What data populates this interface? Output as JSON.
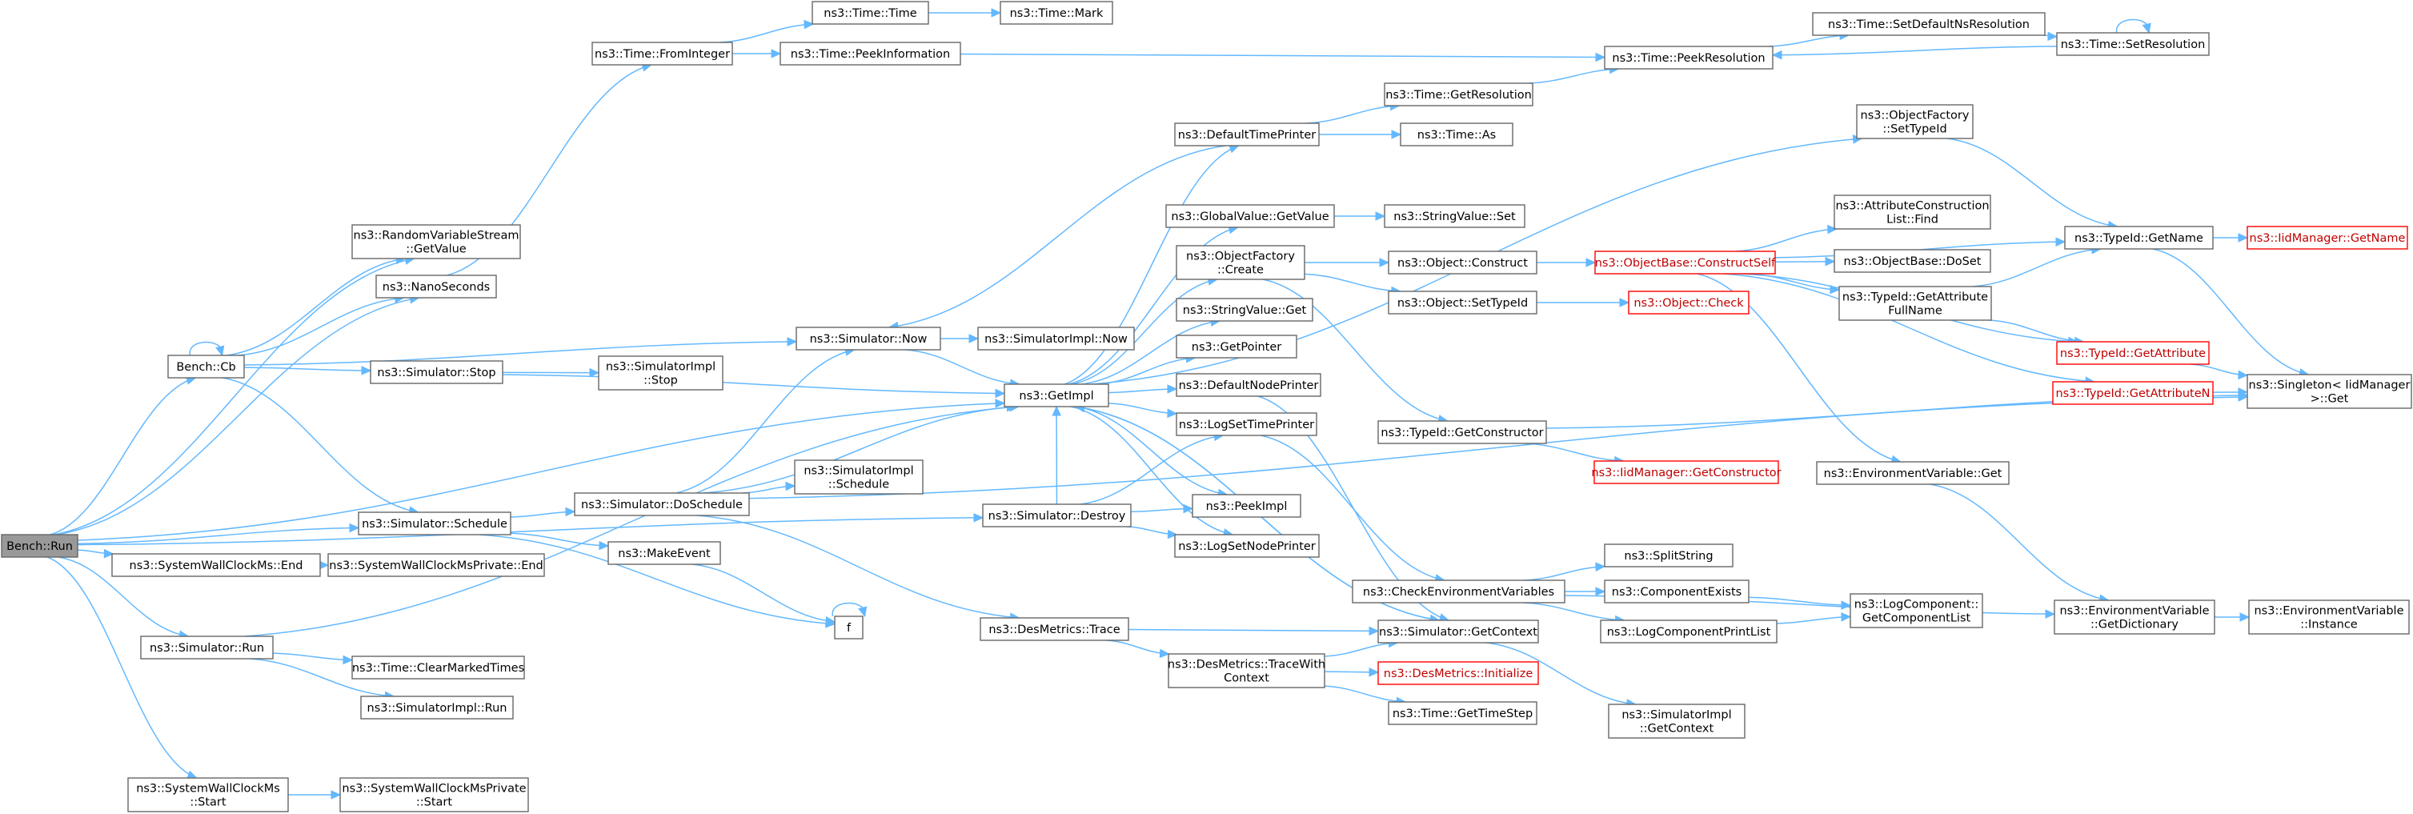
{
  "graph": {
    "edge_color": "#63b8ff",
    "node_border_color": "#666666",
    "highlight_border_color": "#ff0000",
    "root_fill_color": "#999999",
    "nodes": [
      {
        "id": "bench_run",
        "lines": [
          "Bench::Run"
        ],
        "style": "root"
      },
      {
        "id": "bench_cb",
        "lines": [
          "Bench::Cb"
        ]
      },
      {
        "id": "rvs_getvalue",
        "lines": [
          "ns3::RandomVariableStream",
          "::GetValue"
        ]
      },
      {
        "id": "nanoseconds",
        "lines": [
          "ns3::NanoSeconds"
        ]
      },
      {
        "id": "time_frominteger",
        "lines": [
          "ns3::Time::FromInteger"
        ]
      },
      {
        "id": "time_time",
        "lines": [
          "ns3::Time::Time"
        ]
      },
      {
        "id": "time_mark",
        "lines": [
          "ns3::Time::Mark"
        ]
      },
      {
        "id": "time_peekinformation",
        "lines": [
          "ns3::Time::PeekInformation"
        ]
      },
      {
        "id": "time_peekresolution",
        "lines": [
          "ns3::Time::PeekResolution"
        ]
      },
      {
        "id": "time_setdefaultnsresolution",
        "lines": [
          "ns3::Time::SetDefaultNsResolution"
        ]
      },
      {
        "id": "time_setresolution",
        "lines": [
          "ns3::Time::SetResolution"
        ]
      },
      {
        "id": "time_getresolution",
        "lines": [
          "ns3::Time::GetResolution"
        ]
      },
      {
        "id": "defaulttimeprinter",
        "lines": [
          "ns3::DefaultTimePrinter"
        ]
      },
      {
        "id": "time_as",
        "lines": [
          "ns3::Time::As"
        ]
      },
      {
        "id": "simulator_now",
        "lines": [
          "ns3::Simulator::Now"
        ]
      },
      {
        "id": "simulatorimpl_now",
        "lines": [
          "ns3::SimulatorImpl::Now"
        ]
      },
      {
        "id": "simulator_stop",
        "lines": [
          "ns3::Simulator::Stop"
        ]
      },
      {
        "id": "simulatorimpl_stop",
        "lines": [
          "ns3::SimulatorImpl",
          "::Stop"
        ]
      },
      {
        "id": "getimpl",
        "lines": [
          "ns3::GetImpl"
        ]
      },
      {
        "id": "globalvalue_getvalue",
        "lines": [
          "ns3::GlobalValue::GetValue"
        ]
      },
      {
        "id": "stringvalue_set",
        "lines": [
          "ns3::StringValue::Set"
        ]
      },
      {
        "id": "objectfactory_create",
        "lines": [
          "ns3::ObjectFactory",
          "::Create"
        ]
      },
      {
        "id": "object_construct",
        "lines": [
          "ns3::Object::Construct"
        ]
      },
      {
        "id": "object_settypeid",
        "lines": [
          "ns3::Object::SetTypeId"
        ]
      },
      {
        "id": "object_check",
        "lines": [
          "ns3::Object::Check"
        ],
        "style": "red"
      },
      {
        "id": "objectbase_constructself",
        "lines": [
          "ns3::ObjectBase::ConstructSelf"
        ],
        "style": "red"
      },
      {
        "id": "objectfactory_settypeid",
        "lines": [
          "ns3::ObjectFactory",
          "::SetTypeId"
        ]
      },
      {
        "id": "attributeconstructionlist_find",
        "lines": [
          "ns3::AttributeConstruction",
          "List::Find"
        ]
      },
      {
        "id": "objectbase_doset",
        "lines": [
          "ns3::ObjectBase::DoSet"
        ]
      },
      {
        "id": "typeid_getattributefullname",
        "lines": [
          "ns3::TypeId::GetAttribute",
          "FullName"
        ]
      },
      {
        "id": "typeid_getname",
        "lines": [
          "ns3::TypeId::GetName"
        ]
      },
      {
        "id": "iidmanager_getname",
        "lines": [
          "ns3::IidManager::GetName"
        ],
        "style": "red"
      },
      {
        "id": "typeid_getattribute",
        "lines": [
          "ns3::TypeId::GetAttribute"
        ],
        "style": "red"
      },
      {
        "id": "typeid_getattributen",
        "lines": [
          "ns3::TypeId::GetAttributeN"
        ],
        "style": "red"
      },
      {
        "id": "singleton_get",
        "lines": [
          "ns3::Singleton< IidManager",
          " >::Get"
        ]
      },
      {
        "id": "stringvalue_get",
        "lines": [
          "ns3::StringValue::Get"
        ]
      },
      {
        "id": "getpointer",
        "lines": [
          "ns3::GetPointer"
        ]
      },
      {
        "id": "defaultnodeprinter",
        "lines": [
          "ns3::DefaultNodePrinter"
        ]
      },
      {
        "id": "logsettimeprinter",
        "lines": [
          "ns3::LogSetTimePrinter"
        ]
      },
      {
        "id": "peekimpl",
        "lines": [
          "ns3::PeekImpl"
        ]
      },
      {
        "id": "logsetnodeprinter",
        "lines": [
          "ns3::LogSetNodePrinter"
        ]
      },
      {
        "id": "typeid_getconstructor",
        "lines": [
          "ns3::TypeId::GetConstructor"
        ]
      },
      {
        "id": "iidmanager_getconstructor",
        "lines": [
          "ns3::IidManager::GetConstructor"
        ],
        "style": "red"
      },
      {
        "id": "environmentvariable_get",
        "lines": [
          "ns3::EnvironmentVariable::Get"
        ]
      },
      {
        "id": "simulator_schedule",
        "lines": [
          "ns3::Simulator::Schedule"
        ]
      },
      {
        "id": "simulator_doschedule",
        "lines": [
          "ns3::Simulator::DoSchedule"
        ]
      },
      {
        "id": "simulatorimpl_schedule",
        "lines": [
          "ns3::SimulatorImpl",
          "::Schedule"
        ]
      },
      {
        "id": "makeevent",
        "lines": [
          "ns3::MakeEvent"
        ]
      },
      {
        "id": "f",
        "lines": [
          "f"
        ]
      },
      {
        "id": "simulator_destroy",
        "lines": [
          "ns3::Simulator::Destroy"
        ]
      },
      {
        "id": "systemwallclockms_end",
        "lines": [
          "ns3::SystemWallClockMs::End"
        ]
      },
      {
        "id": "systemwallclockmsprivate_end",
        "lines": [
          "ns3::SystemWallClockMsPrivate::End"
        ]
      },
      {
        "id": "simulator_run",
        "lines": [
          "ns3::Simulator::Run"
        ]
      },
      {
        "id": "time_clearmarkedtimes",
        "lines": [
          "ns3::Time::ClearMarkedTimes"
        ]
      },
      {
        "id": "simulatorimpl_run",
        "lines": [
          "ns3::SimulatorImpl::Run"
        ]
      },
      {
        "id": "desmetrics_trace",
        "lines": [
          "ns3::DesMetrics::Trace"
        ]
      },
      {
        "id": "desmetrics_tracewithcontext",
        "lines": [
          "ns3::DesMetrics::TraceWith",
          "Context"
        ]
      },
      {
        "id": "checkenvironmentvariables",
        "lines": [
          "ns3::CheckEnvironmentVariables"
        ]
      },
      {
        "id": "splitstring",
        "lines": [
          "ns3::SplitString"
        ]
      },
      {
        "id": "componentexists",
        "lines": [
          "ns3::ComponentExists"
        ]
      },
      {
        "id": "logcomponentprintlist",
        "lines": [
          "ns3::LogComponentPrintList"
        ]
      },
      {
        "id": "logcomponent_getcomponentlist",
        "lines": [
          "ns3::LogComponent::",
          "GetComponentList"
        ]
      },
      {
        "id": "simulator_getcontext",
        "lines": [
          "ns3::Simulator::GetContext"
        ]
      },
      {
        "id": "desmetrics_initialize",
        "lines": [
          "ns3::DesMetrics::Initialize"
        ],
        "style": "red"
      },
      {
        "id": "time_gettimestep",
        "lines": [
          "ns3::Time::GetTimeStep"
        ]
      },
      {
        "id": "simulatorimpl_getcontext",
        "lines": [
          "ns3::SimulatorImpl",
          "::GetContext"
        ]
      },
      {
        "id": "environmentvariable_getdictionary",
        "lines": [
          "ns3::EnvironmentVariable",
          "::GetDictionary"
        ]
      },
      {
        "id": "environmentvariable_instance",
        "lines": [
          "ns3::EnvironmentVariable",
          "::Instance"
        ]
      },
      {
        "id": "systemwallclockms_start",
        "lines": [
          "ns3::SystemWallClockMs",
          "::Start"
        ]
      },
      {
        "id": "systemwallclockmsprivate_start",
        "lines": [
          "ns3::SystemWallClockMsPrivate",
          "::Start"
        ]
      }
    ],
    "edges": [
      [
        "bench_run",
        "bench_cb"
      ],
      [
        "bench_run",
        "rvs_getvalue"
      ],
      [
        "bench_run",
        "nanoseconds"
      ],
      [
        "bench_run",
        "simulator_schedule"
      ],
      [
        "bench_run",
        "systemwallclockms_end"
      ],
      [
        "bench_run",
        "simulator_run"
      ],
      [
        "bench_run",
        "getimpl"
      ],
      [
        "bench_run",
        "simulator_destroy"
      ],
      [
        "bench_run",
        "systemwallclockms_start"
      ],
      [
        "bench_cb",
        "bench_cb"
      ],
      [
        "bench_cb",
        "rvs_getvalue"
      ],
      [
        "bench_cb",
        "nanoseconds"
      ],
      [
        "bench_cb",
        "simulator_now"
      ],
      [
        "bench_cb",
        "simulator_stop"
      ],
      [
        "bench_cb",
        "simulator_schedule"
      ],
      [
        "nanoseconds",
        "time_frominteger"
      ],
      [
        "time_frominteger",
        "time_time"
      ],
      [
        "time_frominteger",
        "time_peekinformation"
      ],
      [
        "time_time",
        "time_mark"
      ],
      [
        "time_peekinformation",
        "time_peekresolution"
      ],
      [
        "time_peekresolution",
        "time_setdefaultnsresolution"
      ],
      [
        "time_setdefaultnsresolution",
        "time_setresolution"
      ],
      [
        "time_setresolution",
        "time_setresolution"
      ],
      [
        "time_setresolution",
        "time_peekresolution"
      ],
      [
        "time_getresolution",
        "time_peekresolution"
      ],
      [
        "defaulttimeprinter",
        "time_getresolution"
      ],
      [
        "defaulttimeprinter",
        "time_as"
      ],
      [
        "defaulttimeprinter",
        "simulator_now"
      ],
      [
        "simulator_now",
        "simulatorimpl_now"
      ],
      [
        "simulator_now",
        "getimpl"
      ],
      [
        "simulator_stop",
        "simulatorimpl_stop"
      ],
      [
        "simulator_stop",
        "getimpl"
      ],
      [
        "getimpl",
        "defaulttimeprinter"
      ],
      [
        "getimpl",
        "globalvalue_getvalue"
      ],
      [
        "getimpl",
        "objectfactory_create"
      ],
      [
        "getimpl",
        "objectfactory_settypeid"
      ],
      [
        "getimpl",
        "stringvalue_get"
      ],
      [
        "getimpl",
        "getpointer"
      ],
      [
        "getimpl",
        "defaultnodeprinter"
      ],
      [
        "getimpl",
        "logsettimeprinter"
      ],
      [
        "getimpl",
        "peekimpl"
      ],
      [
        "getimpl",
        "logsetnodeprinter"
      ],
      [
        "getimpl",
        "simulator_getcontext"
      ],
      [
        "globalvalue_getvalue",
        "stringvalue_set"
      ],
      [
        "objectfactory_create",
        "object_construct"
      ],
      [
        "objectfactory_create",
        "object_settypeid"
      ],
      [
        "objectfactory_create",
        "typeid_getconstructor"
      ],
      [
        "object_construct",
        "objectbase_constructself"
      ],
      [
        "object_settypeid",
        "object_check"
      ],
      [
        "objectbase_constructself",
        "attributeconstructionlist_find"
      ],
      [
        "objectbase_constructself",
        "objectbase_doset"
      ],
      [
        "objectbase_constructself",
        "typeid_getattributefullname"
      ],
      [
        "objectbase_constructself",
        "typeid_getname"
      ],
      [
        "objectbase_constructself",
        "typeid_getattribute"
      ],
      [
        "objectbase_constructself",
        "typeid_getattributen"
      ],
      [
        "objectbase_constructself",
        "environmentvariable_get"
      ],
      [
        "objectfactory_settypeid",
        "typeid_getname"
      ],
      [
        "typeid_getattributefullname",
        "typeid_getname"
      ],
      [
        "typeid_getattributefullname",
        "typeid_getattribute"
      ],
      [
        "typeid_getname",
        "iidmanager_getname"
      ],
      [
        "typeid_getname",
        "singleton_get"
      ],
      [
        "typeid_getattribute",
        "singleton_get"
      ],
      [
        "typeid_getattributen",
        "singleton_get"
      ],
      [
        "typeid_getconstructor",
        "iidmanager_getconstructor"
      ],
      [
        "typeid_getconstructor",
        "singleton_get"
      ],
      [
        "environmentvariable_get",
        "environmentvariable_getdictionary"
      ],
      [
        "defaultnodeprinter",
        "simulator_getcontext"
      ],
      [
        "logsettimeprinter",
        "checkenvironmentvariables"
      ],
      [
        "simulator_schedule",
        "simulator_doschedule"
      ],
      [
        "simulator_schedule",
        "makeevent"
      ],
      [
        "simulator_schedule",
        "f"
      ],
      [
        "simulator_doschedule",
        "simulator_now"
      ],
      [
        "simulator_doschedule",
        "getimpl"
      ],
      [
        "simulator_doschedule",
        "simulatorimpl_schedule"
      ],
      [
        "simulator_doschedule",
        "desmetrics_trace"
      ],
      [
        "simulator_doschedule",
        "singleton_get"
      ],
      [
        "makeevent",
        "f"
      ],
      [
        "f",
        "f"
      ],
      [
        "simulator_destroy",
        "getimpl"
      ],
      [
        "simulator_destroy",
        "logsettimeprinter"
      ],
      [
        "simulator_destroy",
        "peekimpl"
      ],
      [
        "simulator_destroy",
        "logsetnodeprinter"
      ],
      [
        "systemwallclockms_end",
        "systemwallclockmsprivate_end"
      ],
      [
        "simulator_run",
        "time_clearmarkedtimes"
      ],
      [
        "simulator_run",
        "simulatorimpl_run"
      ],
      [
        "simulator_run",
        "getimpl"
      ],
      [
        "desmetrics_trace",
        "simulator_getcontext"
      ],
      [
        "desmetrics_trace",
        "desmetrics_tracewithcontext"
      ],
      [
        "desmetrics_tracewithcontext",
        "simulator_getcontext"
      ],
      [
        "desmetrics_tracewithcontext",
        "desmetrics_initialize"
      ],
      [
        "desmetrics_tracewithcontext",
        "time_gettimestep"
      ],
      [
        "checkenvironmentvariables",
        "splitstring"
      ],
      [
        "checkenvironmentvariables",
        "componentexists"
      ],
      [
        "checkenvironmentvariables",
        "logcomponentprintlist"
      ],
      [
        "checkenvironmentvariables",
        "environmentvariable_getdictionary"
      ],
      [
        "componentexists",
        "logcomponent_getcomponentlist"
      ],
      [
        "logcomponentprintlist",
        "logcomponent_getcomponentlist"
      ],
      [
        "simulator_getcontext",
        "simulatorimpl_getcontext"
      ],
      [
        "simulator_getcontext",
        "getimpl"
      ],
      [
        "environmentvariable_getdictionary",
        "environmentvariable_instance"
      ],
      [
        "systemwallclockms_start",
        "systemwallclockmsprivate_start"
      ]
    ]
  }
}
